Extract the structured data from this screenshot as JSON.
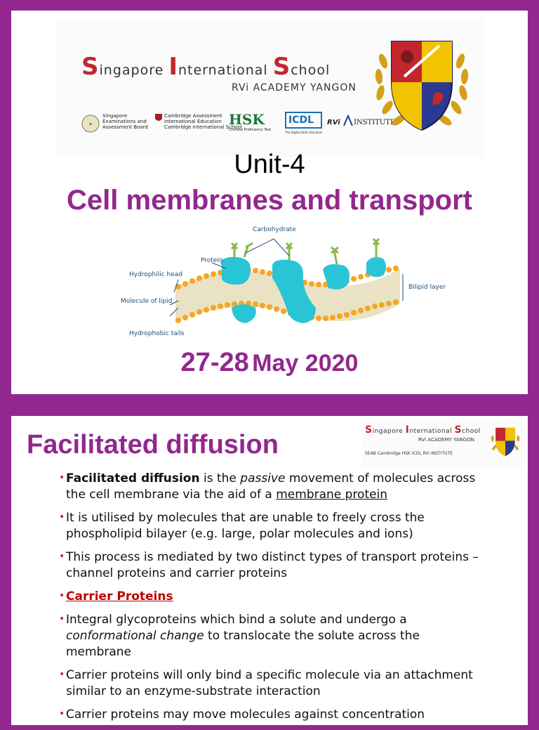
{
  "slide1": {
    "banner": {
      "school_line": [
        {
          "cap": "S",
          "rest": "ingapore "
        },
        {
          "cap": "I",
          "rest": "nternational "
        },
        {
          "cap": "S",
          "rest": "chool"
        }
      ],
      "school_sub": "RVi ACADEMY YANGON",
      "logos": [
        {
          "name": "seab",
          "lines": [
            "Singapore",
            "Examinations and",
            "Assessment Board"
          ]
        },
        {
          "name": "cambridge",
          "lines": [
            "Cambridge Assessment",
            "International Education",
            "Cambridge International School"
          ]
        },
        {
          "name": "hsk",
          "lines": [
            "HSK",
            "Chinese Proficiency Test"
          ]
        },
        {
          "name": "icdl",
          "lines": [
            "ICDL",
            "The Digital Skills Standard"
          ]
        },
        {
          "name": "rvi-institute",
          "lines": [
            "RVi",
            "INSTITUTE"
          ]
        }
      ]
    },
    "unit_title": "Unit-4",
    "unit_subtitle": "Cell membranes and transport",
    "diagram_labels": {
      "carbohydrate": "Carbohydrate",
      "protein": "Protein",
      "hydrophilic_head": "Hydrophilic head",
      "molecule_of_lipid": "Molecule of lipid",
      "hydrophobic_tails": "Hydrophobic tails",
      "bilipid_layer": "Bilipid layer"
    },
    "date_days": "27-28",
    "date_month_year": "May 2020"
  },
  "slide2": {
    "title": "Facilitated diffusion",
    "mini_banner": {
      "school_line": [
        {
          "cap": "S",
          "rest": "ingapore "
        },
        {
          "cap": "I",
          "rest": "nternational "
        },
        {
          "cap": "S",
          "rest": "chool"
        }
      ],
      "school_sub": "RVi ACADEMY YANGON",
      "logos_text": "SEAB  Cambridge  HSK  ICDL  RVi INSTITUTE"
    },
    "bullets": [
      {
        "b1_bold": "Facilitated diffusion",
        "b1_a": " is the ",
        "b1_italic": "passive",
        "b1_b": " movement of molecules across the cell membrane via the aid of a ",
        "b1_underline": "membrane protein"
      },
      {
        "text": "It is utilised by molecules that are unable to freely cross the phospholipid bilayer (e.g. large, polar molecules and ions)"
      },
      {
        "text": "This process is mediated by two distinct types of transport proteins – channel proteins and carrier proteins"
      },
      {
        "heading": "Carrier Proteins"
      },
      {
        "a": "Integral glycoproteins which bind a solute and undergo a ",
        "italic": "conformational change",
        "b": " to translocate the solute across the membrane"
      },
      {
        "text": "Carrier proteins will only bind a specific molecule via an attachment similar to an enzyme-substrate interaction"
      },
      {
        "text": "Carrier proteins may move molecules against concentration"
      }
    ]
  },
  "colors": {
    "background": "#92278f",
    "accent_purple": "#92278f",
    "school_red": "#c1272d",
    "heading_red": "#c00000",
    "protein_cyan": "#29c5d6",
    "lipid_orange": "#f5a623"
  }
}
